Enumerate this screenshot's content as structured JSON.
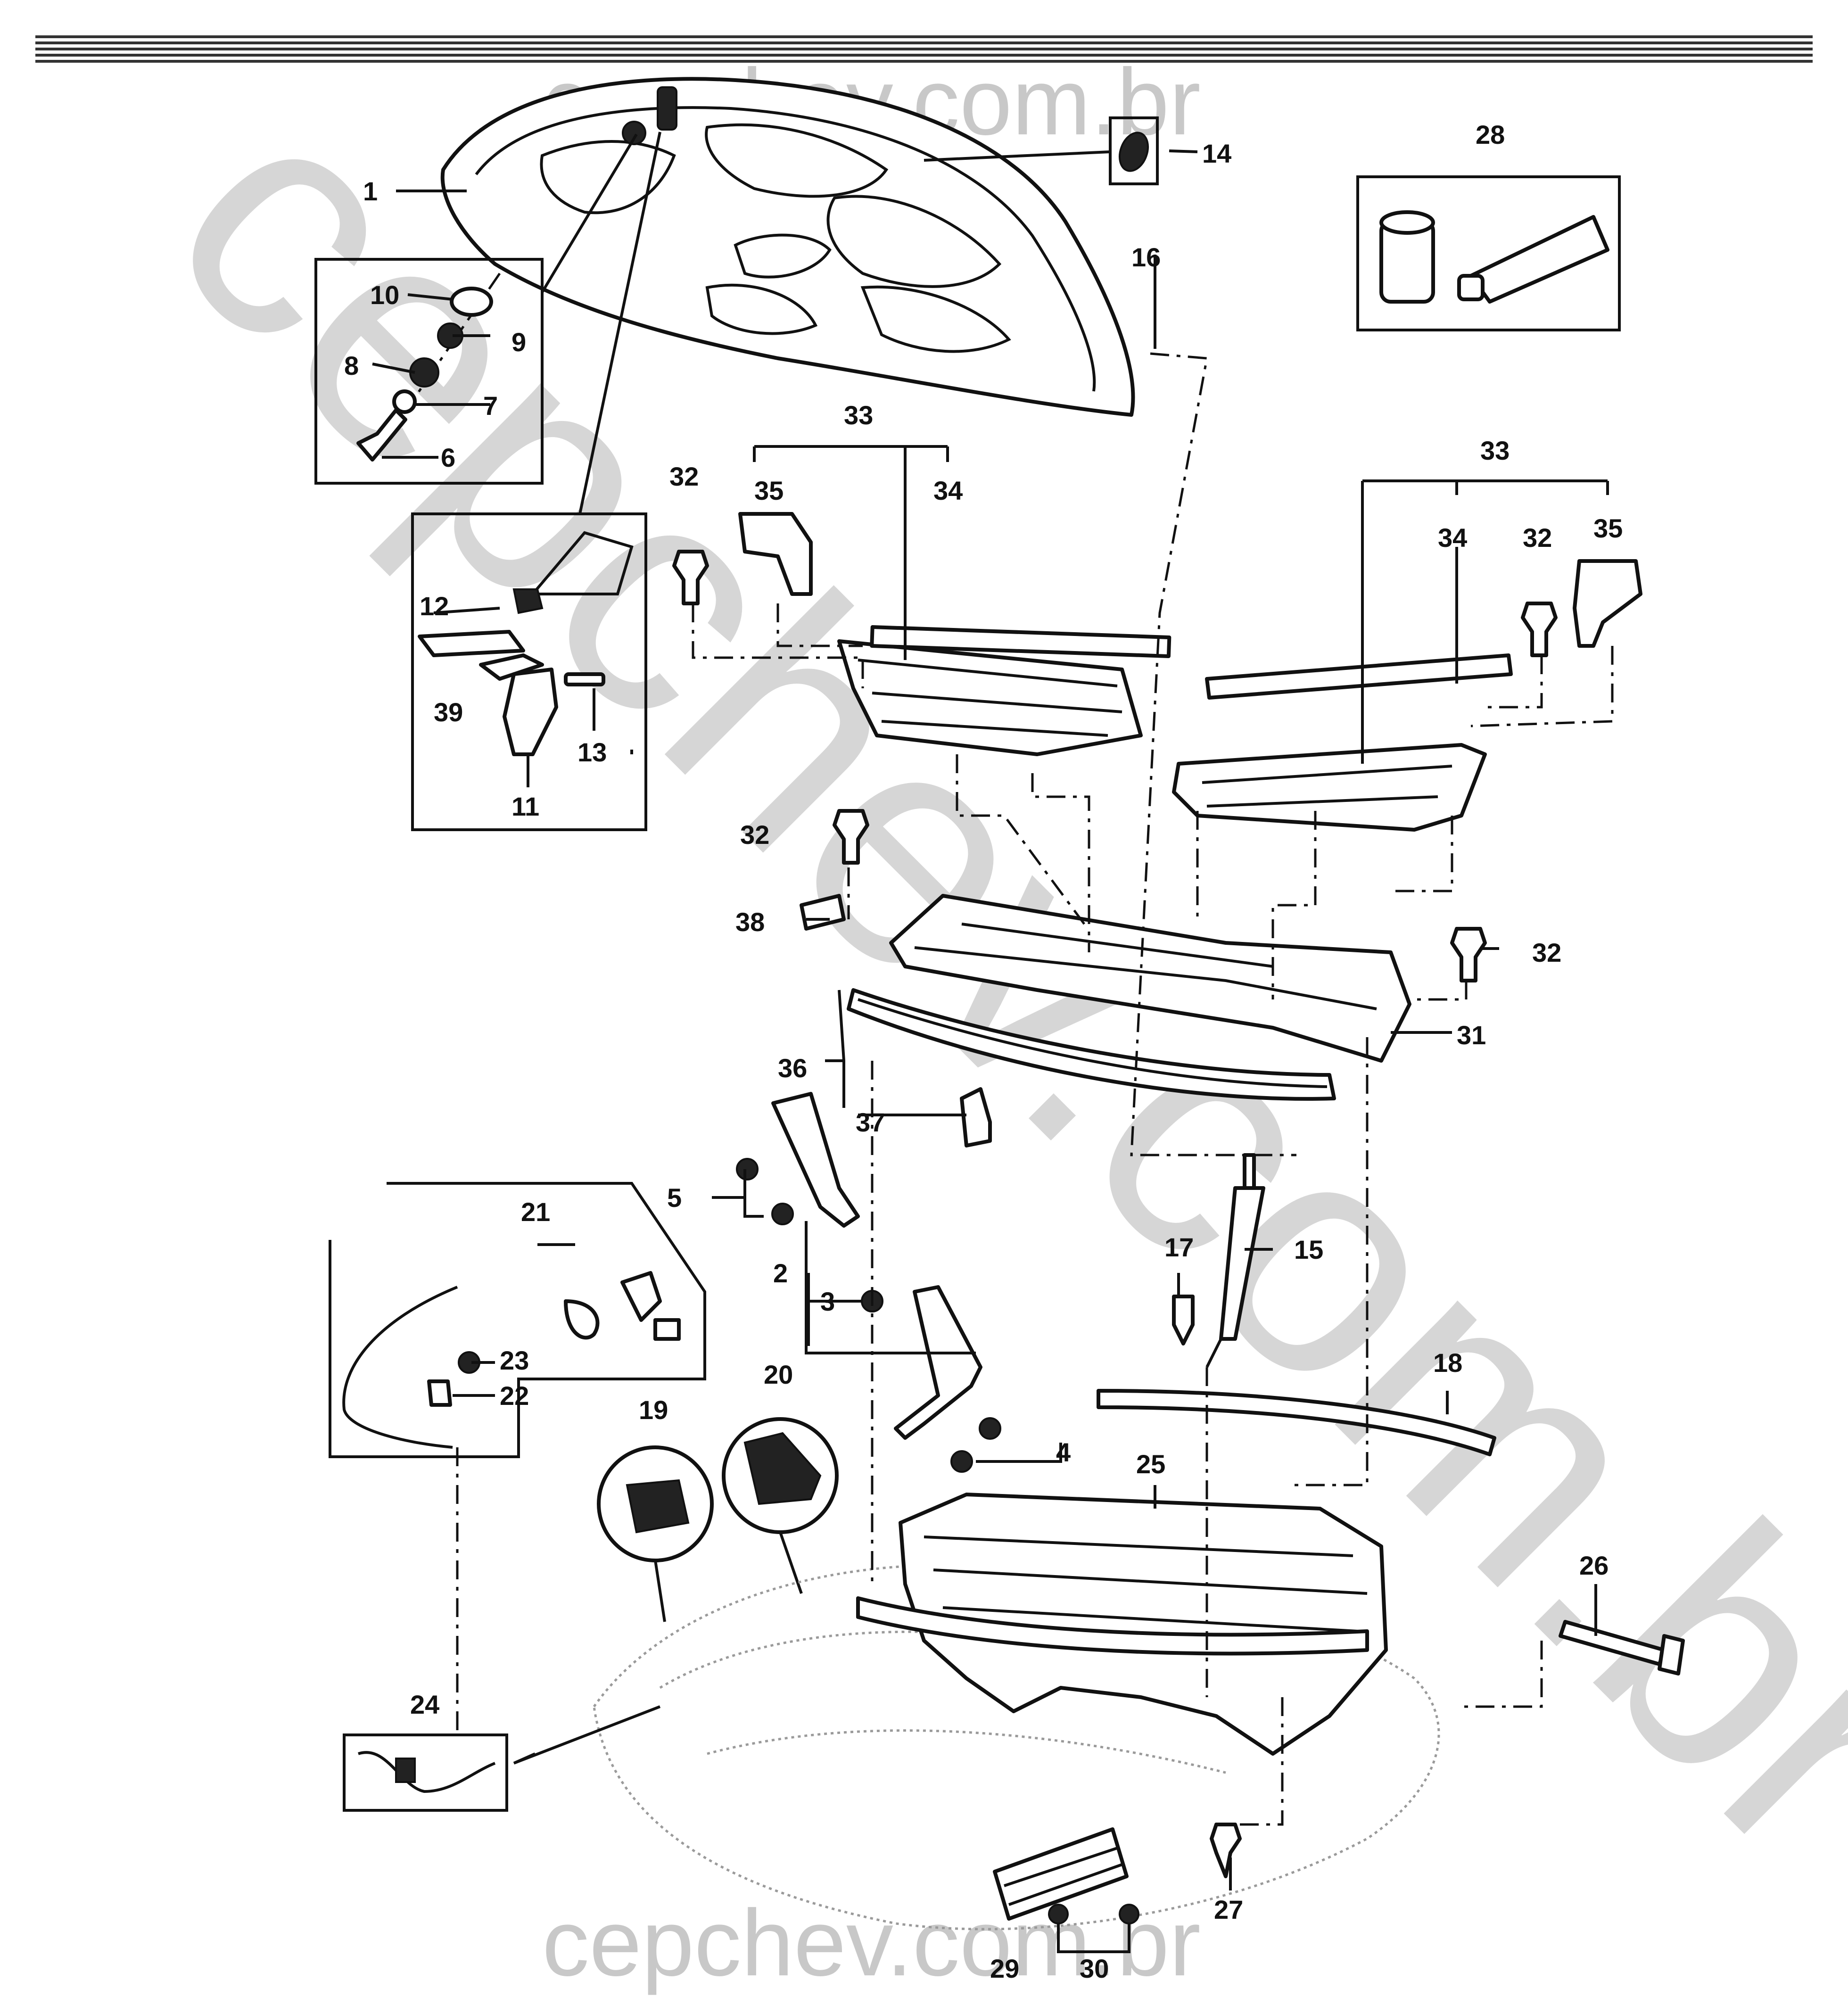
{
  "watermark": {
    "top": "cepchev.com.br",
    "diagonal": "cepchev.com.br",
    "bottom": "cepchev.com.br"
  },
  "callouts": {
    "c1": "1",
    "c2": "2",
    "c3": "3",
    "c4": "4",
    "c5": "5",
    "c6": "6",
    "c7": "7",
    "c8": "8",
    "c9": "9",
    "c10": "10",
    "c11": "11",
    "c12": "12",
    "c13": "13",
    "c14": "14",
    "c15": "15",
    "c16": "16",
    "c17": "17",
    "c18": "18",
    "c19": "19",
    "c20": "20",
    "c21": "21",
    "c22": "22",
    "c23": "23",
    "c24": "24",
    "c25": "25",
    "c26": "26",
    "c27": "27",
    "c28": "28",
    "c29": "29",
    "c30": "30",
    "c31": "31",
    "c32": "32",
    "c33": "33",
    "c34": "34",
    "c35": "35",
    "c36": "36",
    "c37": "37",
    "c38": "38",
    "c39": "39"
  }
}
